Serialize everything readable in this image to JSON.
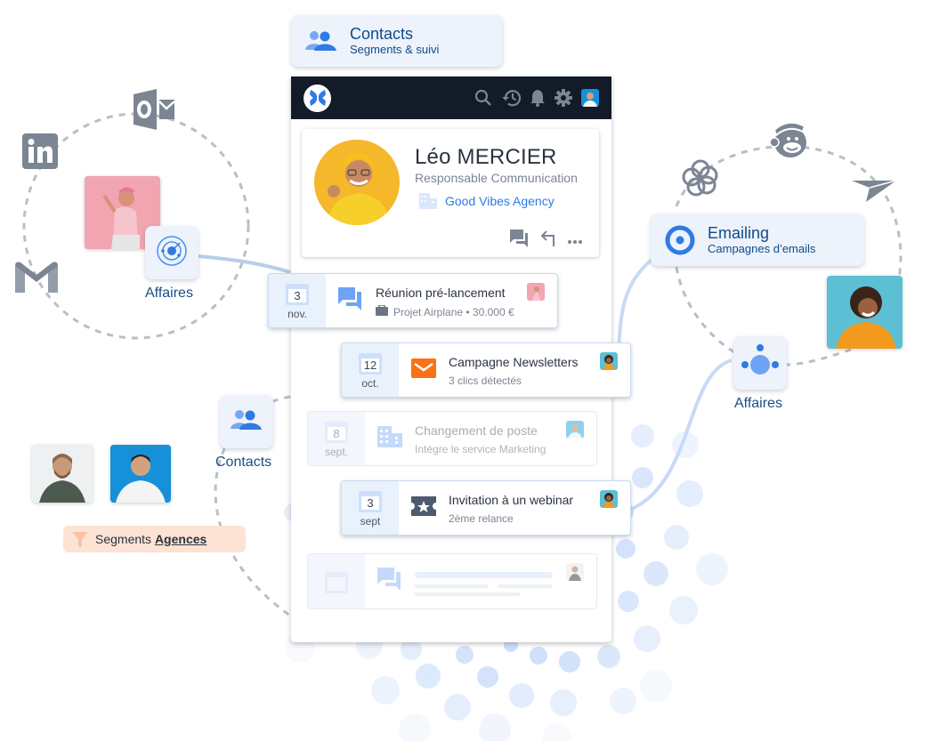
{
  "top_chip": {
    "title": "Contacts",
    "subtitle": "Segments & suivi",
    "icon": "users-icon"
  },
  "app": {
    "topbar": {
      "logo": "app-logo-icon",
      "icons": [
        "search-icon",
        "history-icon",
        "bell-icon",
        "gear-icon",
        "user-avatar"
      ]
    },
    "contact": {
      "name": "Léo MERCIER",
      "role": "Responsable Communication",
      "company": "Good Vibes Agency",
      "actions": [
        "chat-icon",
        "reply-icon",
        "more-icon"
      ]
    },
    "timeline": [
      {
        "day": "3",
        "month": "nov.",
        "icon": "chat-icon",
        "title": "Réunion pré-lancement",
        "subtitle": "Projet Airplane • 30.000 €",
        "subtitle_icon": "briefcase-icon"
      },
      {
        "day": "12",
        "month": "oct.",
        "icon": "envelope-icon",
        "title": "Campagne Newsletters",
        "subtitle": "3 clics détectés"
      },
      {
        "day": "8",
        "month": "sept.",
        "icon": "building-icon",
        "title": "Changement de poste",
        "subtitle": "Intègre le service Marketing"
      },
      {
        "day": "3",
        "month": "sept",
        "icon": "ticket-star-icon",
        "title": "Invitation à un webinar",
        "subtitle": "2ème relance"
      },
      {
        "day": "",
        "month": "",
        "icon": "chat-icon",
        "title": "",
        "subtitle": ""
      }
    ]
  },
  "left_cluster": {
    "integrations": [
      "linkedin-icon",
      "outlook-icon",
      "gmail-icon"
    ],
    "affaires_label": "Affaires",
    "contacts_label": "Contacts",
    "segment": {
      "prefix": "Segments",
      "value": "Agences"
    }
  },
  "right_cluster": {
    "emailing": {
      "title": "Emailing",
      "subtitle": "Campagnes d’emails"
    },
    "integrations": [
      "sendinblue-icon",
      "mailchimp-icon",
      "paper-plane-icon"
    ],
    "affaires_label": "Affaires"
  },
  "colors": {
    "accent": "#2f7ae5",
    "dark_bar": "#131a28",
    "chip_bg": "#edf2fb",
    "segment_bg": "#fde3d3",
    "label_blue": "#0f4c8a"
  }
}
